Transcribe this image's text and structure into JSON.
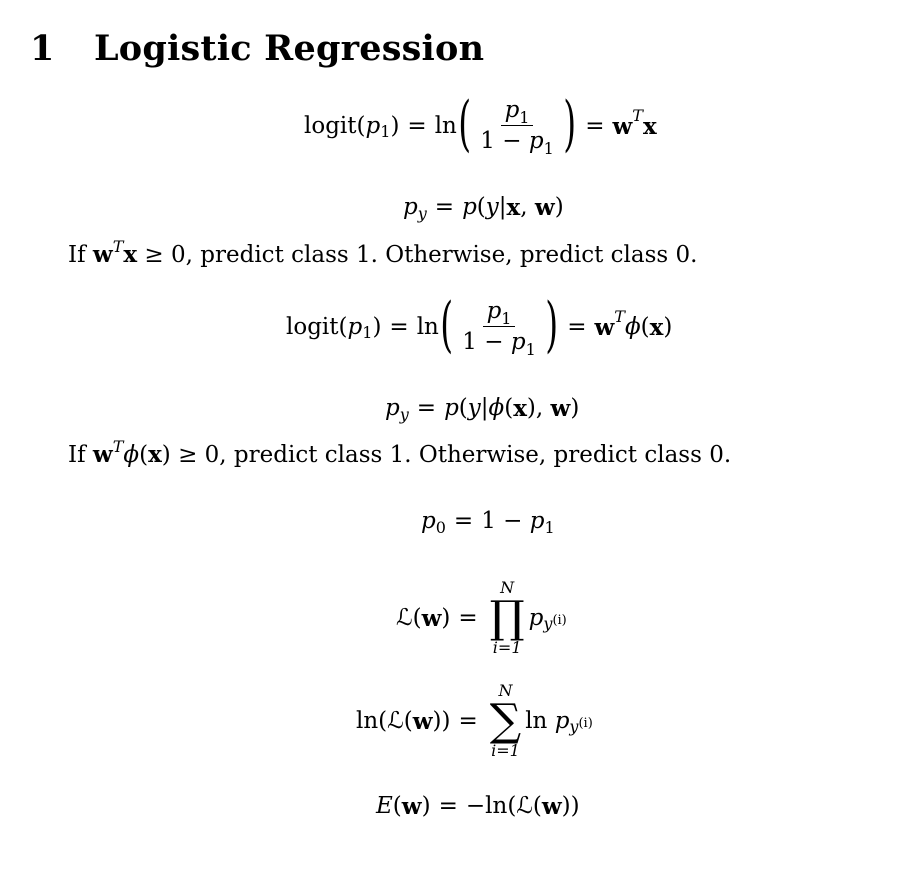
{
  "section": {
    "number": "1",
    "title": "Logistic Regression"
  },
  "text": {
    "para1_if": "If ",
    "para1_rest": " ≥ 0, predict class 1. Otherwise, predict class 0.",
    "para2_if": "If ",
    "para2_rest": " ≥ 0, predict class 1. Otherwise, predict class 0."
  },
  "sym": {
    "logit": "logit",
    "ln": "ln",
    "one": "1",
    "eq": "=",
    "minus": "−",
    "p": "p",
    "y": "y",
    "w": "w",
    "x": "x",
    "T": "T",
    "phi": "ϕ",
    "L": "ℒ",
    "E": "E",
    "N": "N",
    "i_eq_1": "i=1",
    "prod": "∏",
    "sum": "∑",
    "lparen": "(",
    "rparen": ")",
    "bar": "|",
    "comma": ",",
    "zero": "0",
    "i_paren": "(i)"
  }
}
